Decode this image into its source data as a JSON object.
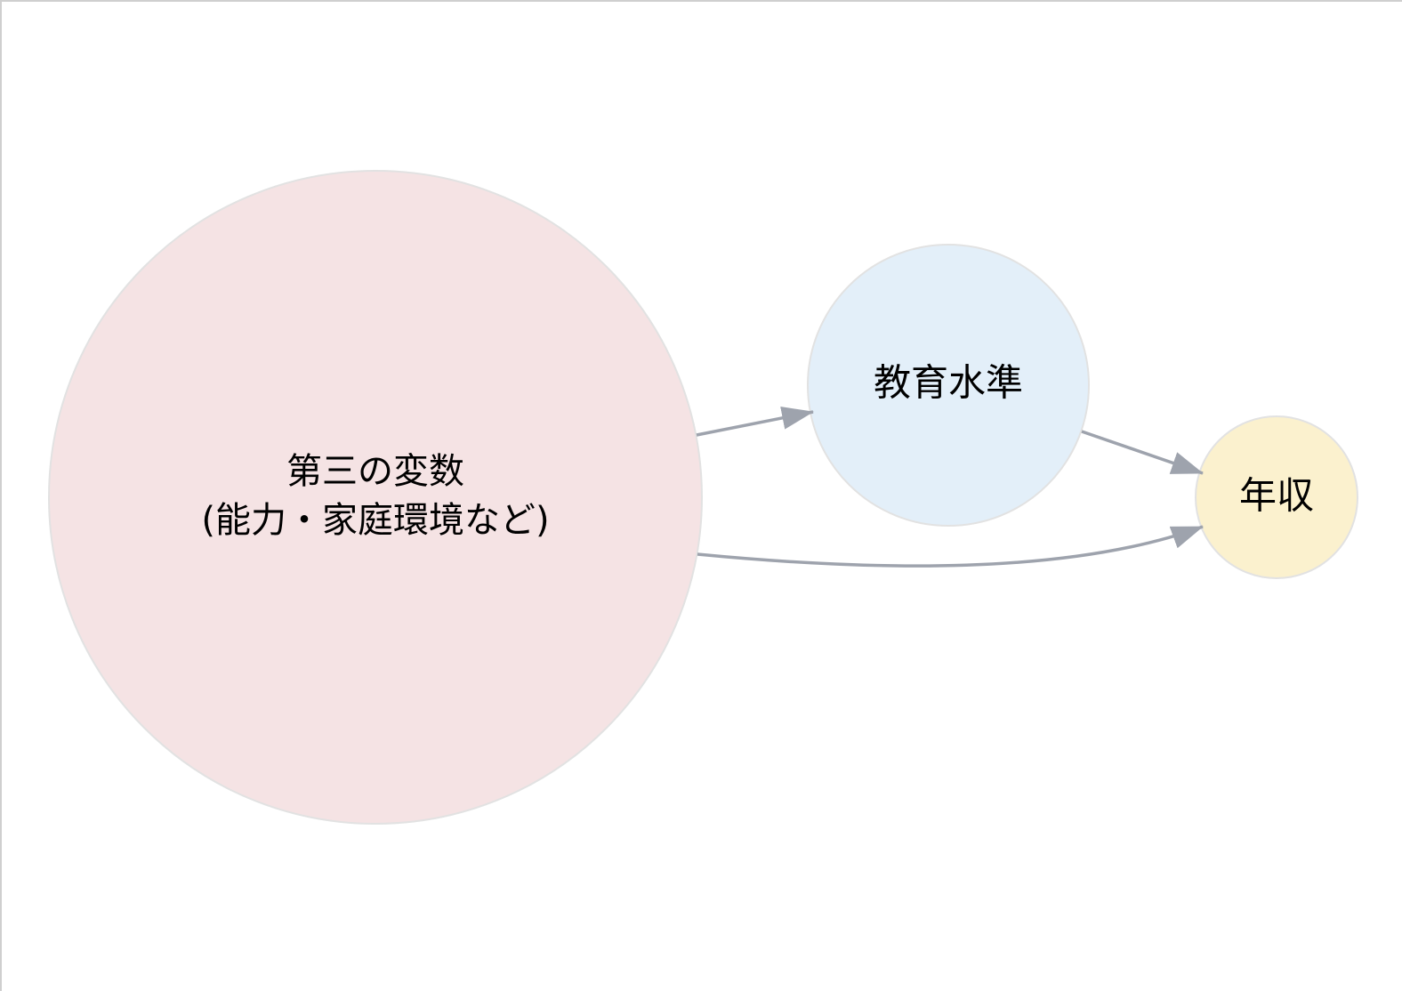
{
  "nodes": {
    "confounder": {
      "line1": "第三の変数",
      "line2": "(能力・家庭環境など)",
      "fill": "#f5e3e4"
    },
    "education": {
      "label": "教育水準",
      "fill": "#e3eff9"
    },
    "income": {
      "label": "年収",
      "fill": "#fbf1ce"
    }
  },
  "edges": [
    {
      "from": "confounder",
      "to": "education"
    },
    {
      "from": "education",
      "to": "income"
    },
    {
      "from": "confounder",
      "to": "income"
    }
  ],
  "colors": {
    "edge": "#9ea3ad",
    "node_stroke": "#e2e2e2"
  }
}
